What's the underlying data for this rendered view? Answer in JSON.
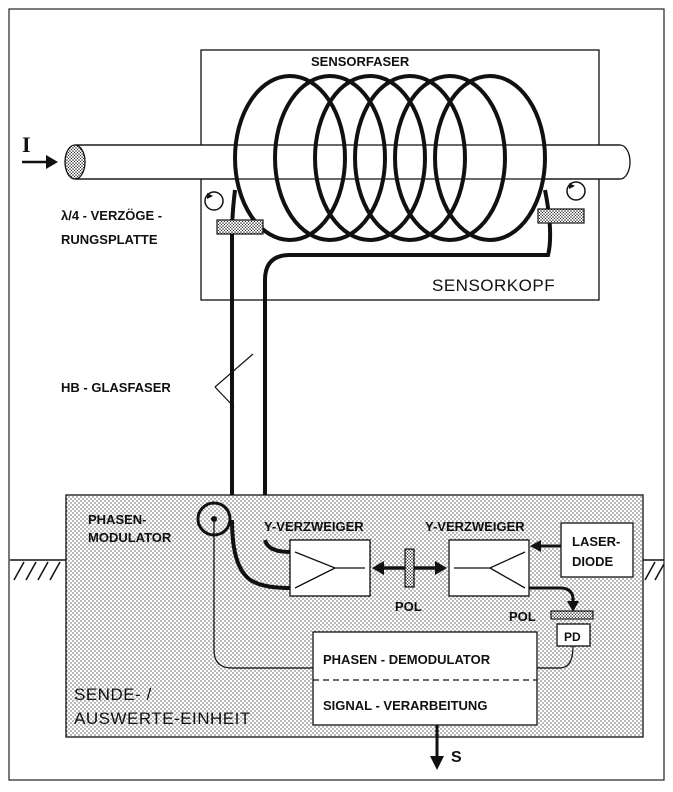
{
  "labels": {
    "current": "I",
    "sensor_fiber": "SENSORFASER",
    "retarder_line1": "λ/4 - VERZÖGE -",
    "retarder_line2": "RUNGSPLATTE",
    "sensor_head": "SENSORKOPF",
    "hb_fiber": "HB - GLASFASER",
    "phase_modulator_line1": "PHASEN-",
    "phase_modulator_line2": "MODULATOR",
    "splitter_1": "Y-VERZWEIGER",
    "splitter_2": "Y-VERZWEIGER",
    "laser_line1": "LASER-",
    "laser_line2": "DIODE",
    "pol_1": "POL",
    "pol_2": "POL",
    "pd": "PD",
    "demodulator": "PHASEN - DEMODULATOR",
    "signal_processing": "SIGNAL - VERARBEITUNG",
    "unit_line1": "SENDE- /",
    "unit_line2": "AUSWERTE-EINHEIT",
    "output": "S"
  }
}
